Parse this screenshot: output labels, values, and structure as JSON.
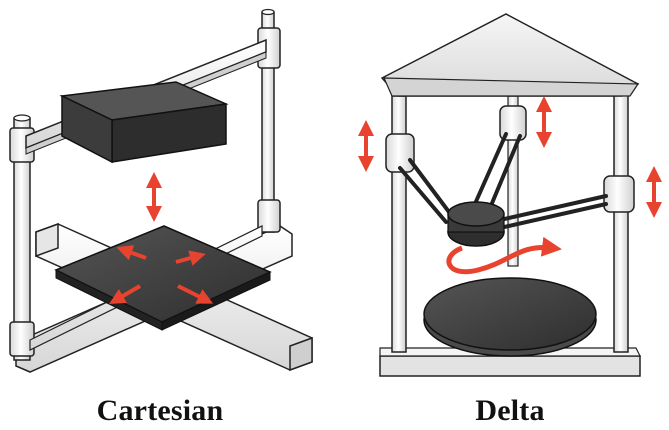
{
  "captions": {
    "cartesian": "Cartesian",
    "delta": "Delta"
  },
  "colors": {
    "arrow": "#e8432f",
    "frame_fill": "#f2f2f2",
    "frame_stroke": "#222222",
    "bed": "#3d3d3d",
    "head": "#2a2a2a"
  },
  "icons": {
    "motion_arrow": "double-headed-arrow",
    "rotation_arrow": "curved-arrow"
  }
}
